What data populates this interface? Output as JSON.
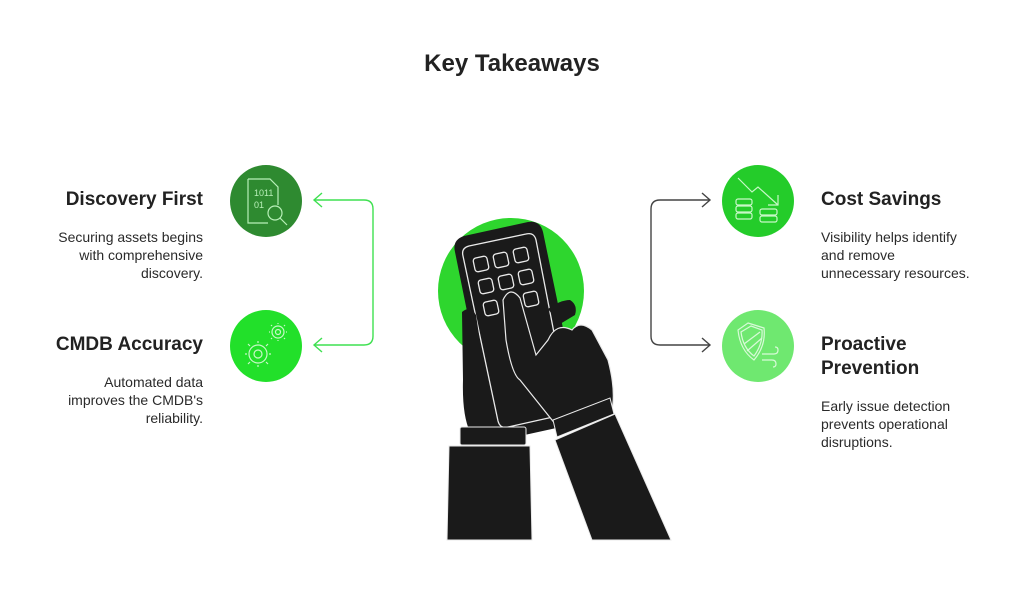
{
  "title": "Key Takeaways",
  "colors": {
    "discovery_circle": "#2e8a30",
    "cmdb_circle": "#22e02a",
    "cost_circle": "#24cc2a",
    "proactive_circle": "#6fe870",
    "center_circle": "#2ed62e",
    "left_connector": "#3ee050",
    "right_connector": "#444444",
    "illustration": "#1a1a1a"
  },
  "takeaways": {
    "discovery": {
      "heading": "Discovery First",
      "description_lines": [
        "Securing assets begins",
        "with comprehensive",
        "discovery."
      ],
      "icon": "binary-document-search-icon"
    },
    "cmdb": {
      "heading": "CMDB Accuracy",
      "description_lines": [
        "Automated data",
        "improves the CMDB's",
        "reliability."
      ],
      "icon": "gears-icon"
    },
    "cost": {
      "heading": "Cost Savings",
      "description_lines": [
        "Visibility helps identify",
        "and remove",
        "unnecessary resources."
      ],
      "icon": "coins-trend-down-icon"
    },
    "proactive": {
      "heading_lines": [
        "Proactive",
        "Prevention"
      ],
      "description_lines": [
        "Early issue detection",
        "prevents operational",
        "disruptions."
      ],
      "icon": "shield-wind-icon"
    }
  },
  "center_illustration": "hands-holding-phone-keypad"
}
